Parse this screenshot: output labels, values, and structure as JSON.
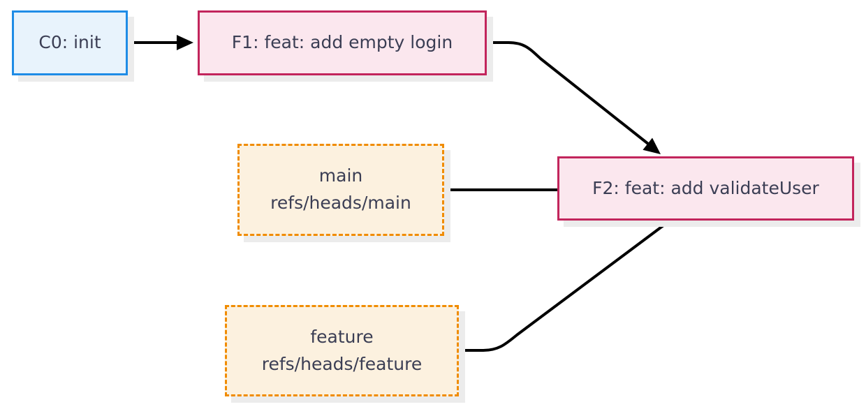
{
  "diagram": {
    "type": "git-commit-graph",
    "nodes": {
      "c0": {
        "id": "c0",
        "kind": "initial-commit",
        "label": "C0: init"
      },
      "f1": {
        "id": "f1",
        "kind": "commit",
        "label": "F1: feat: add empty login"
      },
      "f2": {
        "id": "f2",
        "kind": "commit",
        "label": "F2: feat: add validateUser"
      },
      "main": {
        "id": "main",
        "kind": "branch-ref",
        "name": "main",
        "ref": "refs/heads/main"
      },
      "feature": {
        "id": "feature",
        "kind": "branch-ref",
        "name": "feature",
        "ref": "refs/heads/feature"
      }
    },
    "edges": [
      {
        "from": "c0",
        "to": "f1",
        "arrowhead": true
      },
      {
        "from": "f1",
        "to": "f2",
        "arrowhead": true
      },
      {
        "from": "main",
        "to": "f2",
        "arrowhead": false
      },
      {
        "from": "feature",
        "to": "f2",
        "arrowhead": false
      }
    ],
    "colors": {
      "initial_commit_border": "#1f8ce6",
      "initial_commit_fill": "#e8f3fc",
      "commit_border": "#c2255c",
      "commit_fill": "#fbe7ee",
      "branch_border": "#f08c00",
      "branch_fill": "#fcf1df",
      "edge_stroke": "#000000",
      "text": "#3b3e54",
      "node_shadow": "#ececec",
      "background": "#ffffff"
    }
  }
}
